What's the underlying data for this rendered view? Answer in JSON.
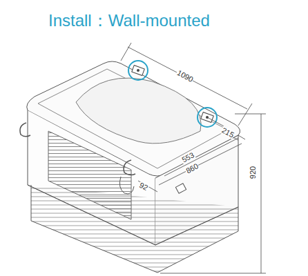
{
  "diagram": {
    "title": "Install：Wall-mounted",
    "labels": [
      "1090",
      "215",
      "553",
      "860",
      "92",
      "920"
    ]
  }
}
